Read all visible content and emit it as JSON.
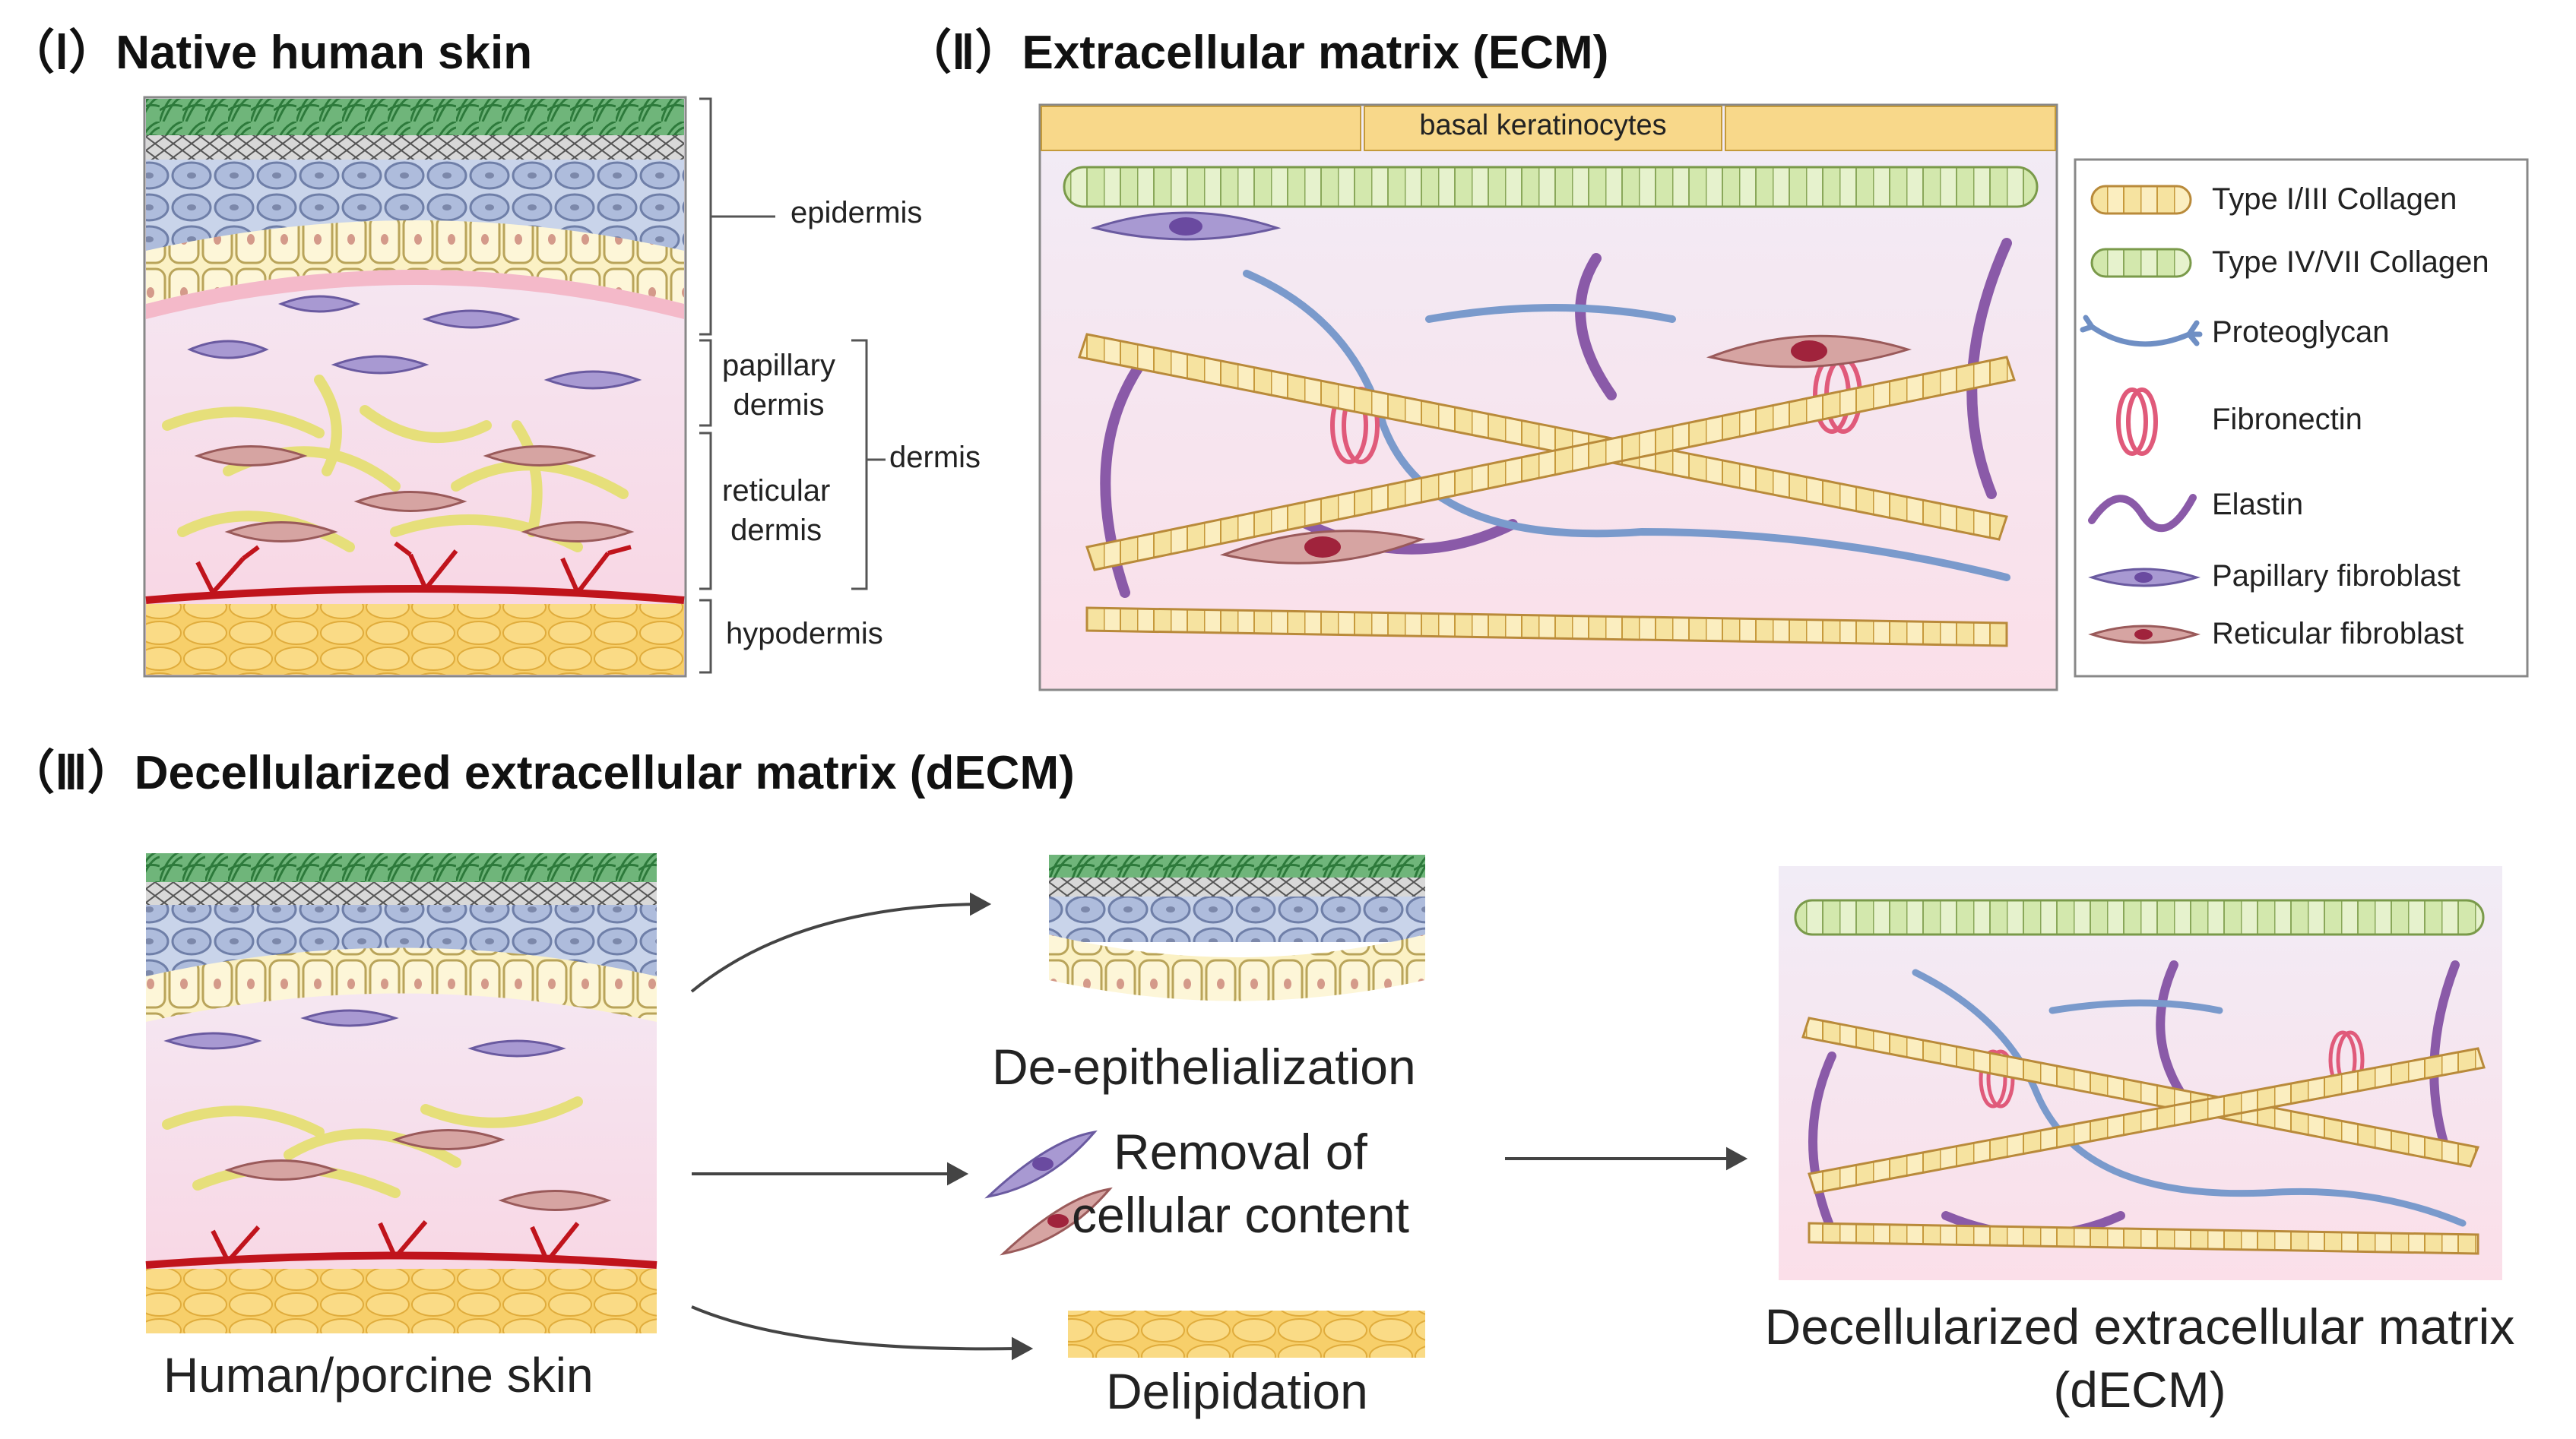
{
  "sections": {
    "s1_title": "（Ⅰ）Native human skin",
    "s2_title": "（Ⅱ）Extracellular matrix (ECM)",
    "s3_title": "（Ⅲ）Decellularized extracellular matrix (dECM)"
  },
  "skin_labels": {
    "epidermis": "epidermis",
    "papillary": "papillary\ndermis",
    "reticular": "reticular\ndermis",
    "dermis": "dermis",
    "hypodermis": "hypodermis"
  },
  "ecm": {
    "basal": "basal keratinocytes"
  },
  "legend": [
    {
      "label": "Type I/III Collagen",
      "icon": "collagen-type1-icon"
    },
    {
      "label": "Type IV/VII Collagen",
      "icon": "collagen-type4-icon"
    },
    {
      "label": "Proteoglycan",
      "icon": "proteoglycan-icon"
    },
    {
      "label": "Fibronectin",
      "icon": "fibronectin-icon"
    },
    {
      "label": "Elastin",
      "icon": "elastin-icon"
    },
    {
      "label": "Papillary fibroblast",
      "icon": "papillary-fibroblast-icon"
    },
    {
      "label": "Reticular fibroblast",
      "icon": "reticular-fibroblast-icon"
    }
  ],
  "process": {
    "source": "Human/porcine skin",
    "step1": "De-epithelialization",
    "step2": "Removal of\ncellular content",
    "step3": "Delipidation",
    "result": "Decellularized extracellular matrix\n(dECM)"
  },
  "colors": {
    "collagen1": "#f3d98a",
    "collagen4": "#cfe6a6",
    "elastin": "#8a5aa8",
    "proteoglycan": "#6f8fc4",
    "fibronectin": "#e05a7a",
    "papillary": "#9d8cc8",
    "reticular": "#c48a8a",
    "vessel": "#c0141c",
    "hypodermis": "#f6c95a",
    "stratum": "#3c8f4a"
  }
}
